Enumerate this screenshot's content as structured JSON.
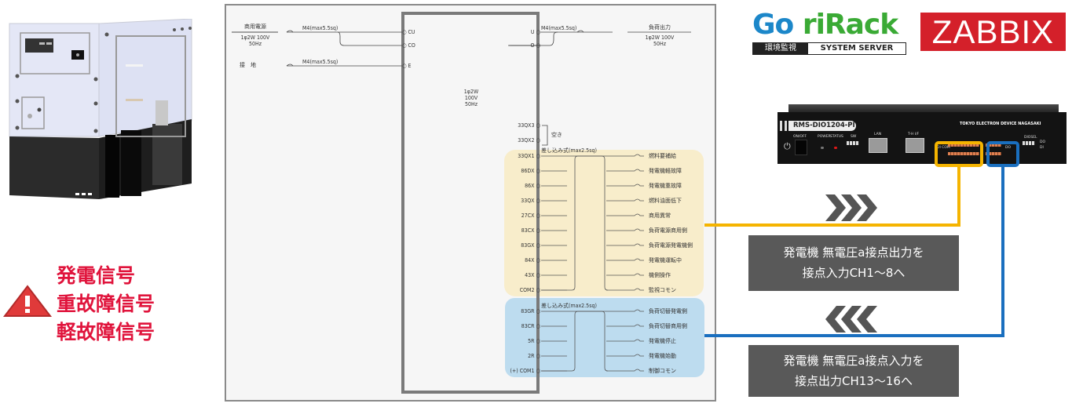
{
  "generator": {
    "alt": "Generator unit illustration"
  },
  "warning": {
    "icon": "warning-triangle-icon",
    "lines": [
      "発電信号",
      "重故障信号",
      "軽故障信号"
    ],
    "color": "#e0143c"
  },
  "schematic": {
    "power_in": {
      "title": "商用電源",
      "spec1": "1φ2W 100V",
      "spec2": "50Hz"
    },
    "ground_label": "接　地",
    "cable_spec": "M4(max5.5sq)",
    "load_out": {
      "title": "負荷出力",
      "spec1": "1φ2W 100V",
      "spec2": "50Hz"
    },
    "input_terminals": [
      "CU",
      "CO",
      "E"
    ],
    "output_terminals": [
      "U",
      "O"
    ],
    "center_spec": [
      "1φ2W",
      "100V",
      "50Hz"
    ],
    "spare_terminals": [
      "33QX3",
      "33QX2"
    ],
    "spare_label": "空き",
    "plugin_spec": "差し込み式(max2.5sq)",
    "output_signals": [
      {
        "terminal": "33QX1",
        "label": "燃料要補給"
      },
      {
        "terminal": "86DX",
        "label": "発電機軽故障"
      },
      {
        "terminal": "86X",
        "label": "発電機重故障"
      },
      {
        "terminal": "33QX",
        "label": "燃料油面低下"
      },
      {
        "terminal": "27CX",
        "label": "商用異常"
      },
      {
        "terminal": "83CX",
        "label": "負荷電源商用側"
      },
      {
        "terminal": "83GX",
        "label": "負荷電源発電機側"
      },
      {
        "terminal": "84X",
        "label": "発電機運転中"
      },
      {
        "terminal": "43X",
        "label": "機側操作"
      },
      {
        "terminal": "COM2",
        "label": "監視コモン"
      }
    ],
    "input_signals": [
      {
        "terminal": "83GR",
        "label": "負荷切替発電側"
      },
      {
        "terminal": "83CR",
        "label": "負荷切替商用側"
      },
      {
        "terminal": "5R",
        "label": "発電機停止"
      },
      {
        "terminal": "2R",
        "label": "発電機始動"
      },
      {
        "terminal": "(+) COM1",
        "label": "制御コモン"
      }
    ]
  },
  "logos": {
    "gorirack_go": "Go",
    "gorirack_rack": " riRack",
    "gorirack_sub_left": "環境監視",
    "gorirack_sub_right": "SYSTEM SERVER",
    "zabbix": "ZABBIX"
  },
  "device": {
    "model": "RMS-DIO1204-PI",
    "maker": "TOKYO ELECTRON DEVICE NAGASAKI",
    "labels": {
      "onoff": "ON/OFF",
      "power": "POWER",
      "status": "STATUS",
      "sw": "SW",
      "lan": "LAN",
      "tif": "T-H I/F",
      "di_com": "DI COM",
      "do": "DO",
      "diosel": "DIOSEL",
      "di": "DI"
    }
  },
  "captions": {
    "output_to_input": [
      "発電機 無電圧a接点出力を",
      "接点入力CH1～8へ"
    ],
    "input_from_output": [
      "発電機 無電圧a接点入力を",
      "接点出力CH13～16へ"
    ]
  },
  "colors": {
    "input_channel": "#f5b400",
    "output_channel": "#1a6fbf",
    "caption_bg": "#595959"
  }
}
